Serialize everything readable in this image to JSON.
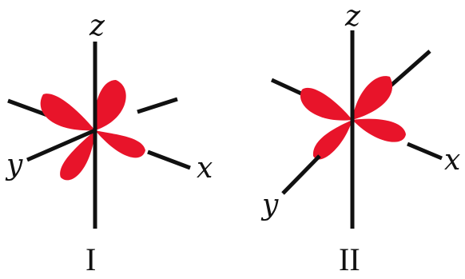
{
  "colors": {
    "lobe": "#e8142a",
    "axis": "#111111"
  },
  "figures": [
    {
      "label": "I",
      "axes": {
        "z": "z",
        "x": "x",
        "y": "y"
      }
    },
    {
      "label": "II",
      "axes": {
        "z": "z",
        "x": "x",
        "y": "y"
      }
    }
  ]
}
